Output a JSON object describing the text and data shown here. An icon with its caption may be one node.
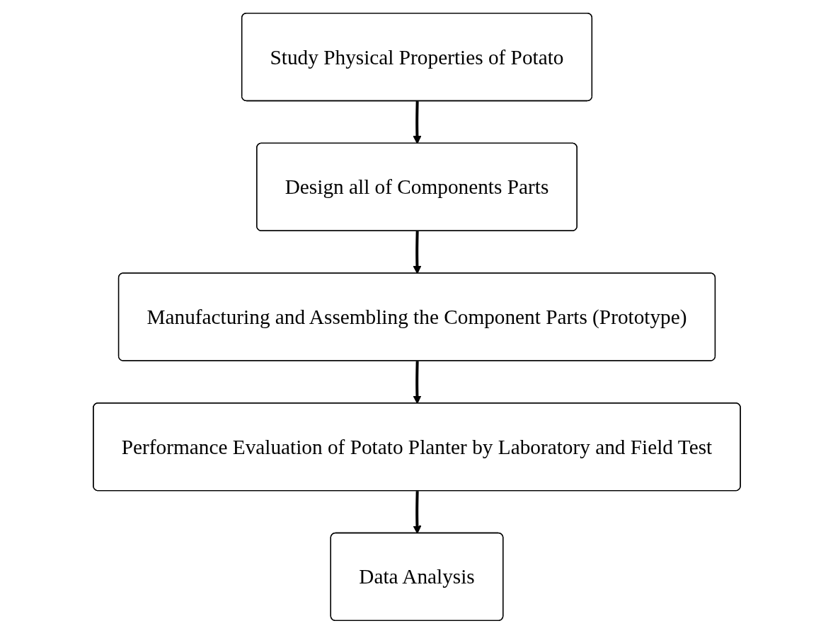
{
  "diagram": {
    "nodes": [
      {
        "text": [
          "Study Physical Properties of Potato"
        ]
      },
      {
        "text": [
          "Design all of Components Parts"
        ]
      },
      {
        "text": [
          "Manufacturing and Assembling the Component Parts (Prototype)"
        ]
      },
      {
        "text": [
          "Performance Evaluation of Potato Planter by Laboratory and Field Test"
        ]
      },
      {
        "text": [
          "Data Analysis"
        ]
      }
    ],
    "edges": [
      {
        "from": 0,
        "to": 1,
        "arrow": "to"
      },
      {
        "from": 1,
        "to": 2,
        "arrow": "to"
      },
      {
        "from": 2,
        "to": 3,
        "arrow": "to"
      },
      {
        "from": 3,
        "to": 4,
        "arrow": "to"
      }
    ]
  }
}
